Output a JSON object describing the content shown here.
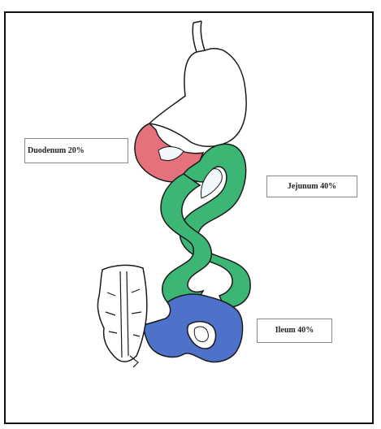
{
  "labels": {
    "duodenum": "Duodenum 20%",
    "jejunum": "Jejunum 40%",
    "ileum": "Ileum 40%"
  },
  "colors": {
    "duodenum": "#e5717c",
    "jejunum": "#3cb675",
    "ileum": "#4e71c9",
    "outline": "#1a1a1a"
  }
}
